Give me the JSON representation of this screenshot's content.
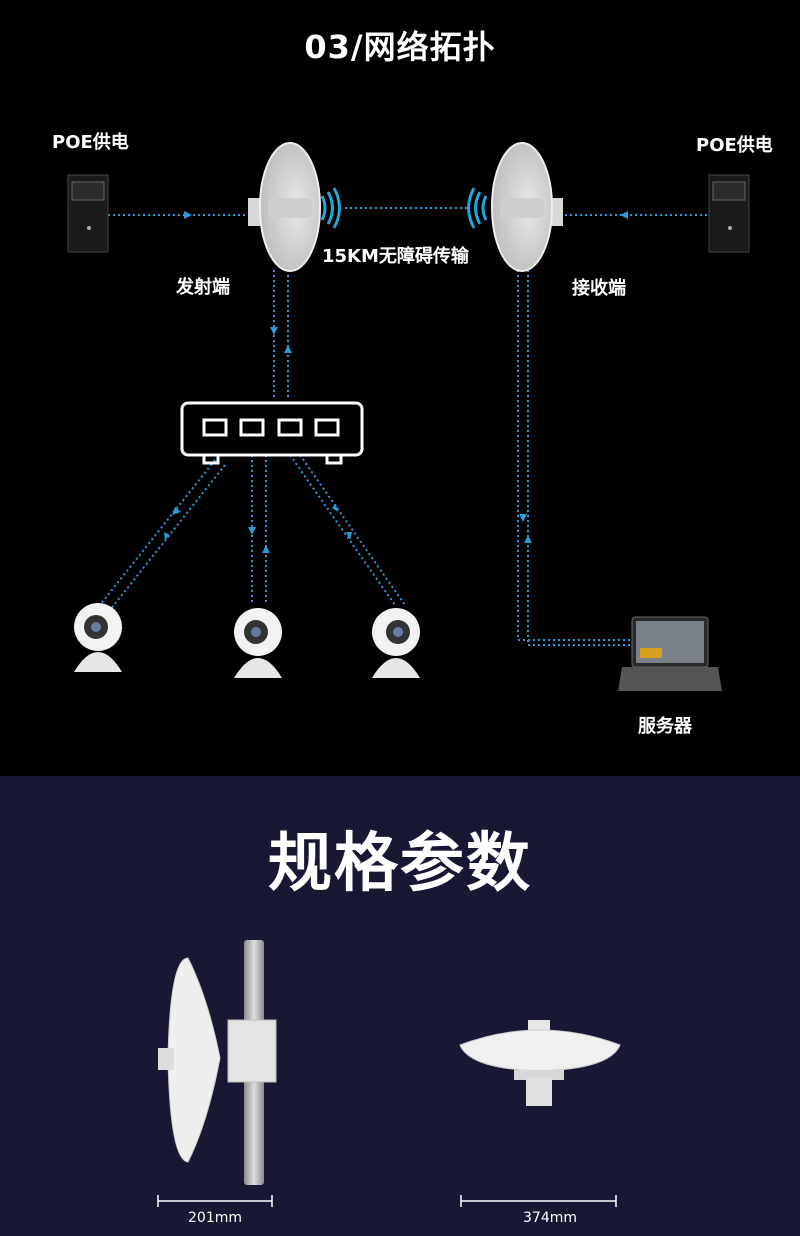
{
  "topology": {
    "title": "03/网络拓扑",
    "poe_left": "POE供电",
    "poe_right": "POE供电",
    "transmitter": "发射端",
    "receiver": "接收端",
    "link_label": "15KM无障碍传输",
    "server": "服务器"
  },
  "specs": {
    "title": "规格参数",
    "width_side": "201mm",
    "width_front": "374mm"
  },
  "colors": {
    "link": "#2a9bd8",
    "spec_bg": "#181835"
  }
}
